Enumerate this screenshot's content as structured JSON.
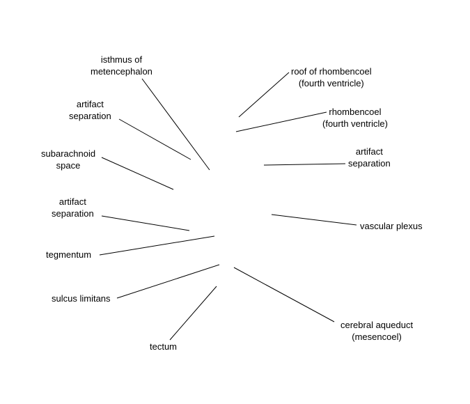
{
  "labels": {
    "isthmus": [
      "isthmus of",
      "metencephalon"
    ],
    "roof_rhombencoel": [
      "roof of rhombencoel",
      "(fourth ventricle)"
    ],
    "artifact_left_upper": [
      "artifact",
      "separation"
    ],
    "rhombencoel": [
      "rhombencoel",
      "(fourth ventricle)"
    ],
    "subarachnoid": [
      "subarachnoid",
      "space"
    ],
    "artifact_right": [
      "artifact",
      "separation"
    ],
    "artifact_left_lower": [
      "artifact",
      "separation"
    ],
    "vascular_plexus": [
      "vascular plexus"
    ],
    "tegmentum": [
      "tegmentum"
    ],
    "sulcus_limitans": [
      "sulcus limitans"
    ],
    "cerebral_aqueduct": [
      "cerebral aqueduct",
      "(mesencoel)"
    ],
    "tectum": [
      "tectum"
    ]
  },
  "colors": {
    "background": "#ffffff",
    "line": "#000000",
    "text": "#000000"
  }
}
